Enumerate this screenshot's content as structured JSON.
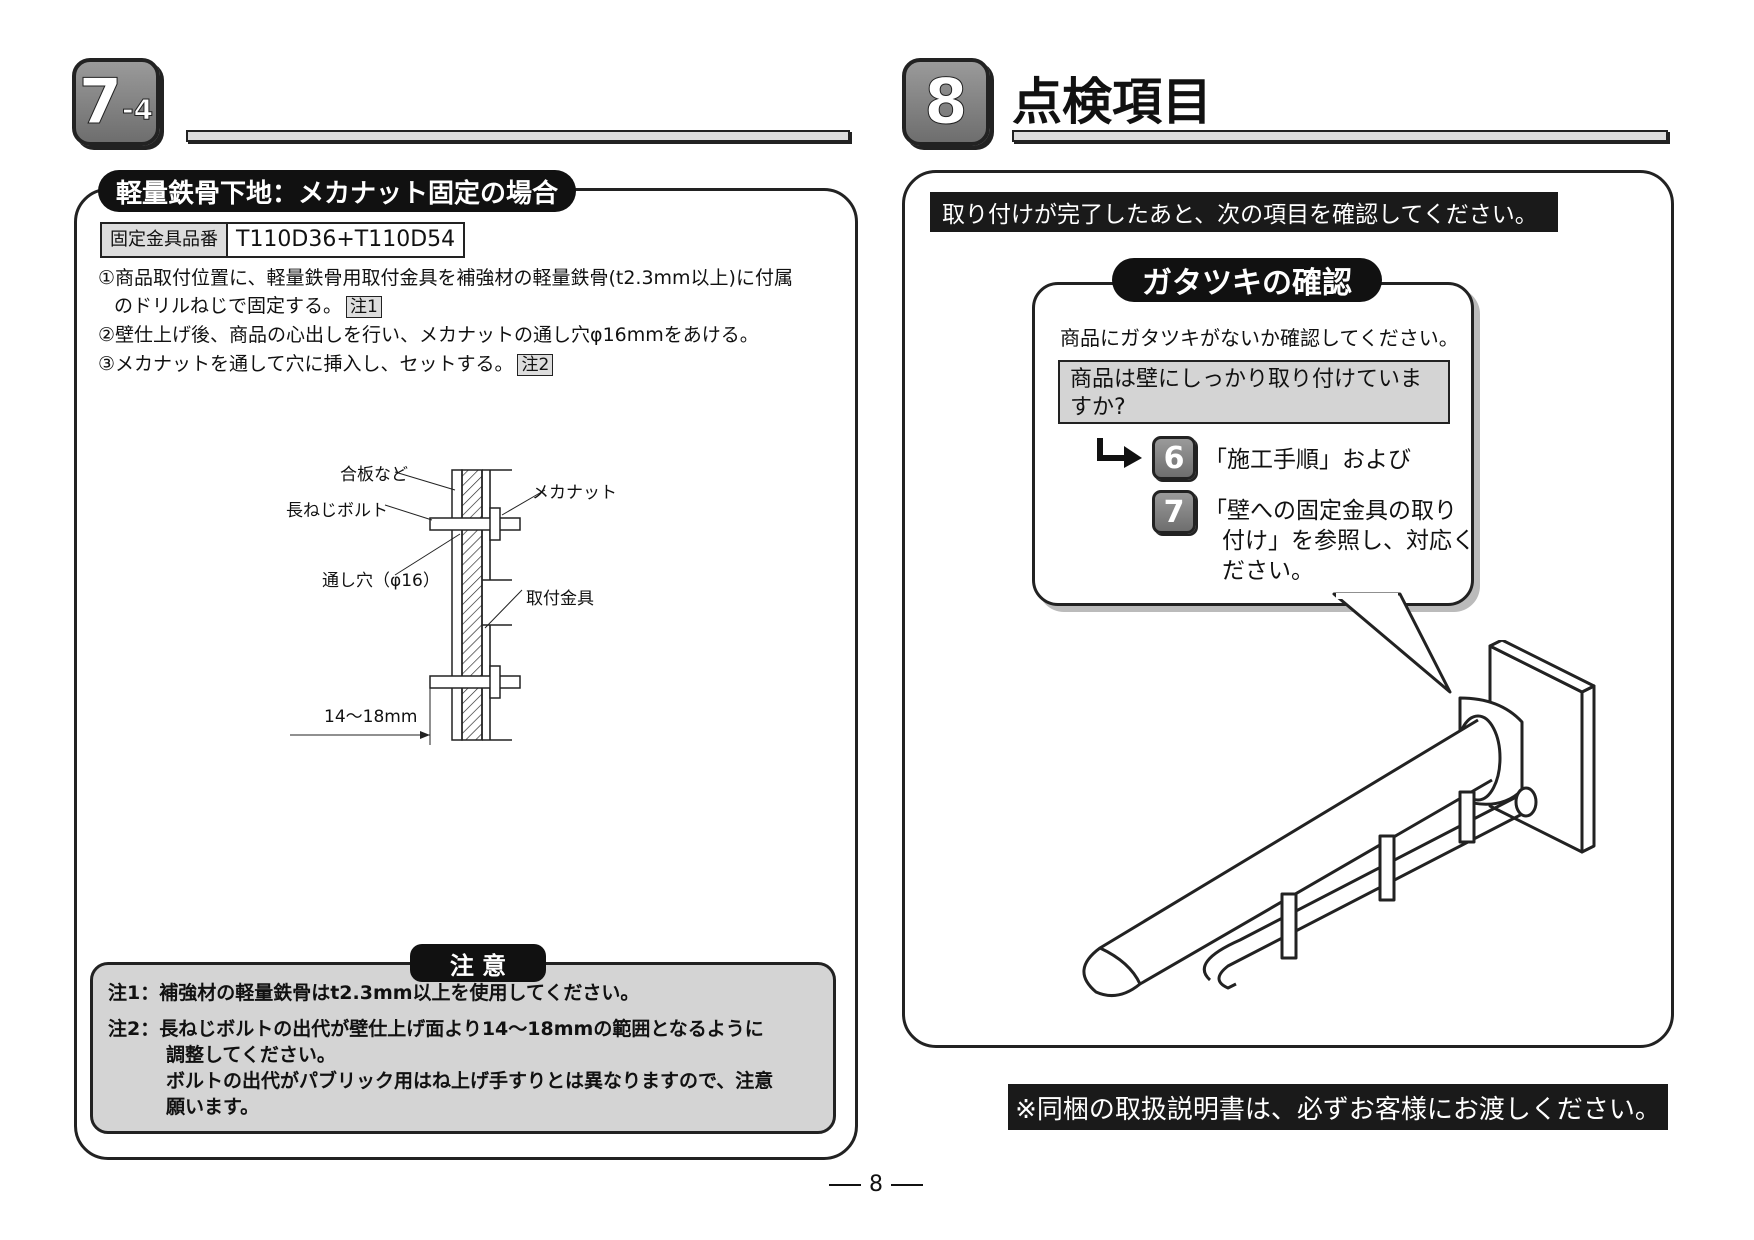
{
  "left": {
    "section_number": "7",
    "section_sub": "-4",
    "heading": "軽量鉄骨下地：メカナット固定の場合",
    "parts_label": "固定金具品番",
    "parts_value": "T110D36+T110D54",
    "step1_line1": "①商品取付位置に、軽量鉄骨用取付金具を補強材の軽量鉄骨(t2.3mm以上)に付属",
    "step1_line2": "のドリルねじで固定する。",
    "step1_tag": "注1",
    "step2": "②壁仕上げ後、商品の心出しを行い、メカナットの通し穴φ16mmをあける。",
    "step3": "③メカナットを通して穴に挿入し、セットする。",
    "step3_tag": "注2",
    "diagram": {
      "label_plywood": "合板など",
      "label_mekanut": "メカナット",
      "label_longbolt": "長ねじボルト",
      "label_hole": "通し穴（φ16）",
      "label_bracket": "取付金具",
      "label_protrusion": "14～18mm"
    },
    "caution_title": "注 意",
    "note1": "注1：補強材の軽量鉄骨はt2.3mm以上を使用してください。",
    "note2_line1": "注2：長ねじボルトの出代が壁仕上げ面より14～18mmの範囲となるように",
    "note2_line2": "調整してください。",
    "note2_line3": "ボルトの出代がパブリック用はね上げ手すりとは異なりますので、注意",
    "note2_line4": "願います。"
  },
  "right": {
    "section_number": "8",
    "heading": "点検項目",
    "intro": "取り付けが完了したあと、次の項目を確認してください。",
    "check_title": "ガタツキの確認",
    "check_text": "商品にガタツキがないか確認してください。",
    "question_line1": "商品は壁にしっかり取り付けていま",
    "question_line2": "すか?",
    "ref1_num": "6",
    "ref1_text": "「施工手順」および",
    "ref2_num": "7",
    "ref2_line1": "「壁への固定金具の取り",
    "ref2_line2": "付け」を参照し、対応く",
    "ref2_line3": "ださい。",
    "footer_notice": "※同梱の取扱説明書は、必ずお客様にお渡しください。"
  },
  "page_number": "8"
}
